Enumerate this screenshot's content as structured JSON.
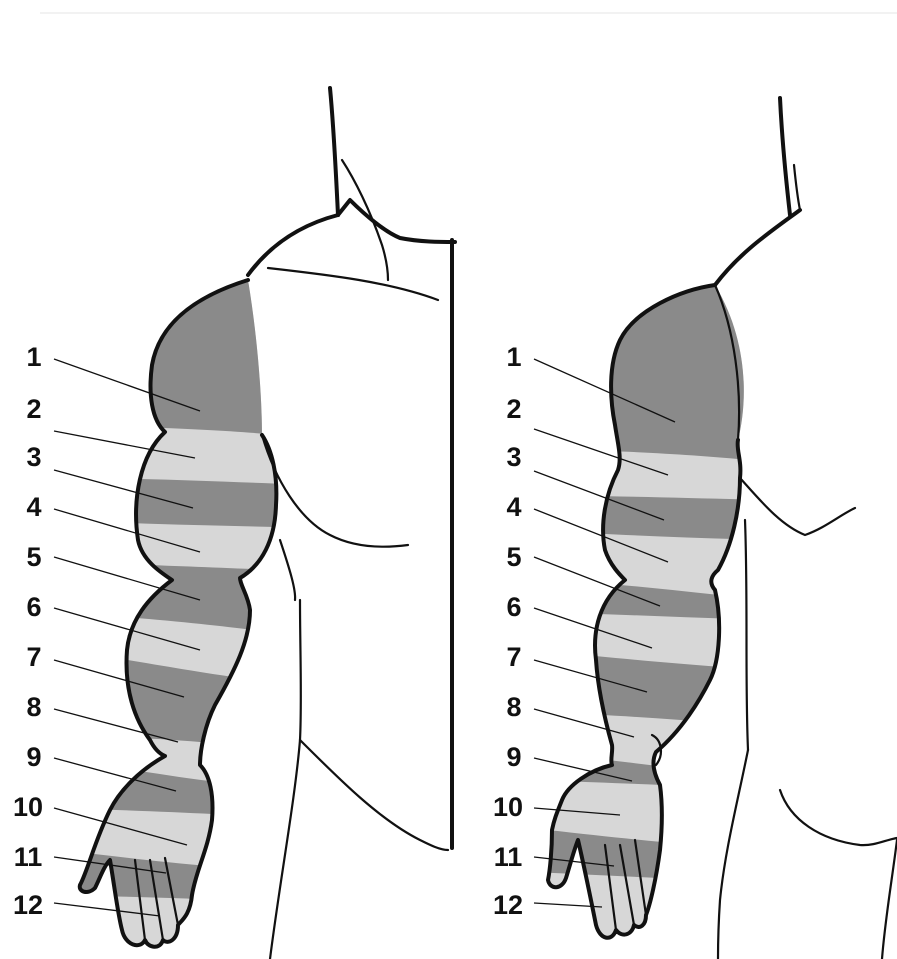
{
  "colors": {
    "dark_band": "#8a8a8a",
    "light_band": "#d7d7d7",
    "outline": "#111111",
    "background": "#ffffff"
  },
  "figures": [
    {
      "id": "left-arm",
      "labels": [
        "1",
        "2",
        "3",
        "4",
        "5",
        "6",
        "7",
        "8",
        "9",
        "10",
        "11",
        "12"
      ]
    },
    {
      "id": "right-arm",
      "labels": [
        "1",
        "2",
        "3",
        "4",
        "5",
        "6",
        "7",
        "8",
        "9",
        "10",
        "11",
        "12"
      ]
    }
  ]
}
